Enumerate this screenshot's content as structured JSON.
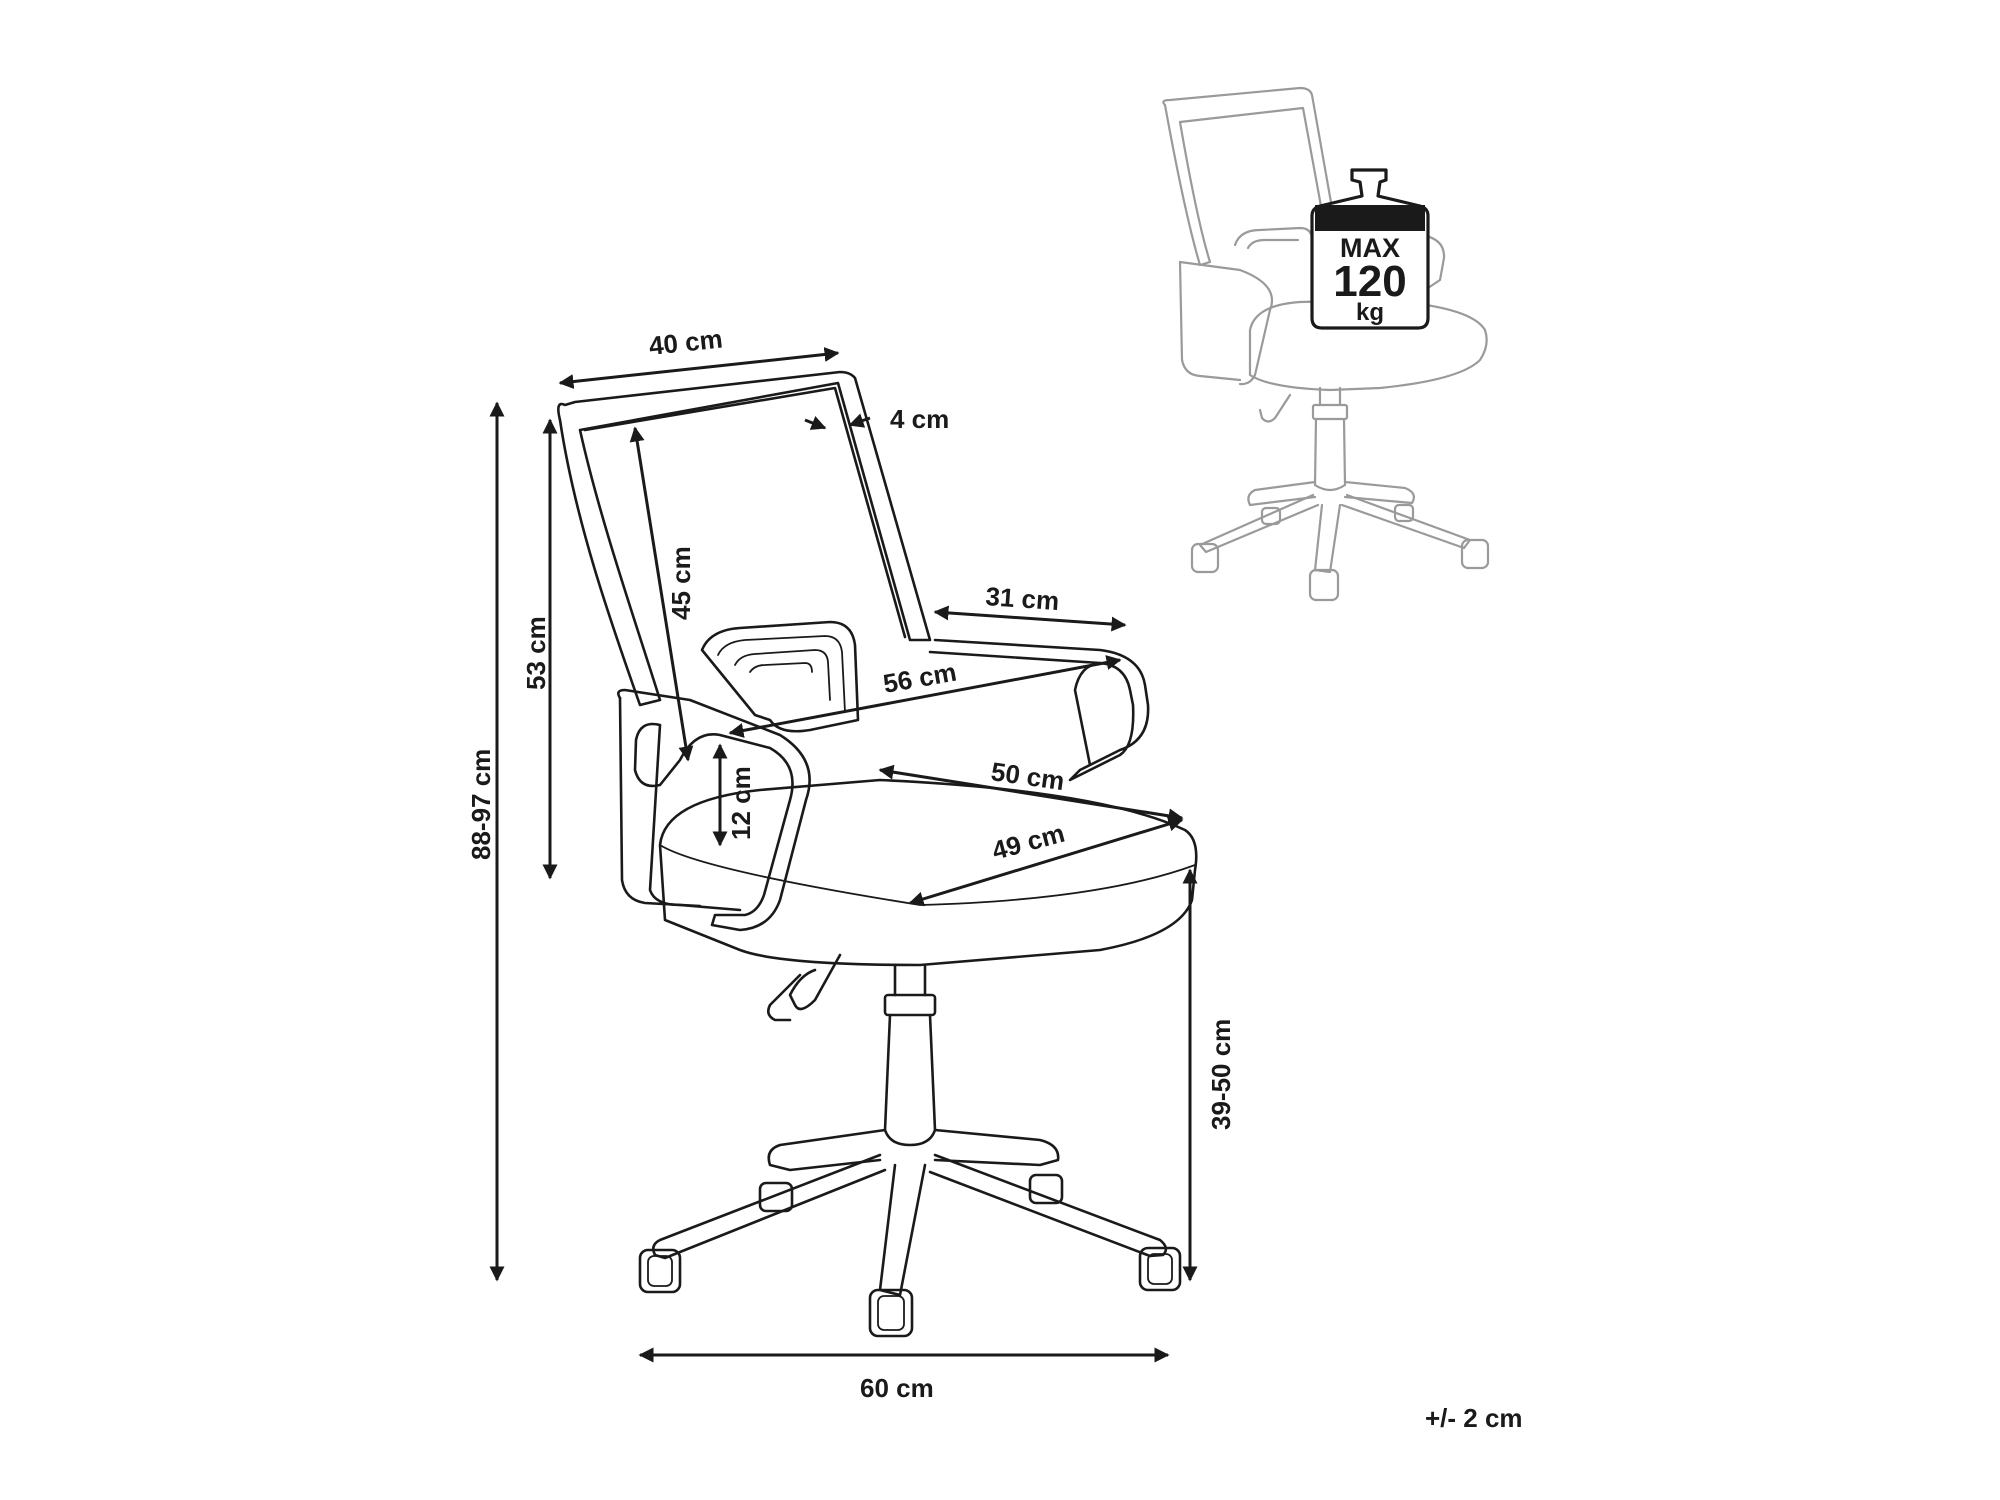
{
  "colors": {
    "line": "#1a1a1a",
    "faint": "#9a9a9a",
    "background": "#ffffff"
  },
  "dimensions": {
    "backrest_width": "40 cm",
    "backrest_thickness": "4 cm",
    "backrest_height": "45 cm",
    "overall_height": "88-97 cm",
    "seat_to_top": "53 cm",
    "armrest_length": "31 cm",
    "armrest_span": "56 cm",
    "armrest_height": "12 cm",
    "seat_width": "50 cm",
    "seat_depth": "49 cm",
    "seat_height": "39-50 cm",
    "base_width": "60 cm"
  },
  "weight_badge": {
    "max": "MAX",
    "value": "120",
    "unit": "kg"
  },
  "tolerance": "+/- 2 cm"
}
